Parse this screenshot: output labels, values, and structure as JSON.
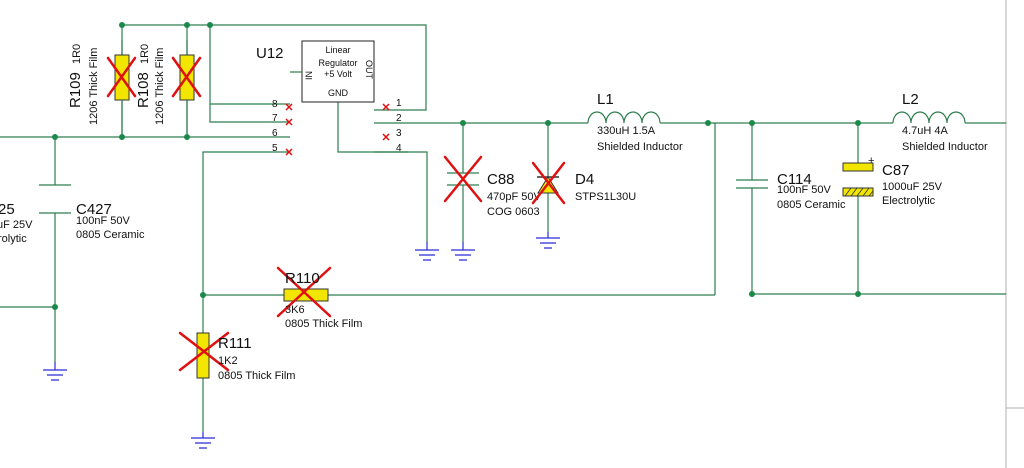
{
  "components": {
    "r109": {
      "designator": "R109",
      "value": "1R0",
      "package": "1206 Thick Film"
    },
    "r108": {
      "designator": "R108",
      "value": "1R0",
      "package": "1206 Thick Film"
    },
    "u12": {
      "designator": "U12",
      "line1": "Linear",
      "line2": "Regulator",
      "line3": "+5 Volt",
      "pin_in": "IN",
      "pin_out": "OUT",
      "pin_gnd": "GND",
      "pins_left": [
        "8",
        "7",
        "6",
        "5"
      ],
      "pins_right": [
        "1",
        "2",
        "3",
        "4"
      ]
    },
    "c427": {
      "designator": "C427",
      "value": "100nF 50V",
      "package": "0805 Ceramic"
    },
    "c_left_partial": {
      "designator": "25",
      "value": "uF 25V",
      "package": "rolytic"
    },
    "c88": {
      "designator": "C88",
      "value": "470pF 50V",
      "package": "COG 0603"
    },
    "d4": {
      "designator": "D4",
      "value": "STPS1L30U"
    },
    "l1": {
      "designator": "L1",
      "value": "330uH 1.5A",
      "package": "Shielded Inductor"
    },
    "c114": {
      "designator": "C114",
      "value": "100nF 50V",
      "package": "0805 Ceramic"
    },
    "l2": {
      "designator": "L2",
      "value": "4.7uH 4A",
      "package": "Shielded Inductor"
    },
    "c87": {
      "designator": "C87",
      "value": "1000uF 25V",
      "package": "Electrolytic",
      "polarity": "+"
    },
    "r110": {
      "designator": "R110",
      "value": "3K6",
      "package": "0805 Thick Film"
    },
    "r111": {
      "designator": "R111",
      "value": "1K2",
      "package": "0805 Thick Film"
    }
  },
  "colors": {
    "wire": "#2e7d4f",
    "node": "#1a8a4a",
    "ground": "#2a2ad8",
    "resistor": "#f2e600",
    "no_fit": "#e01010"
  }
}
